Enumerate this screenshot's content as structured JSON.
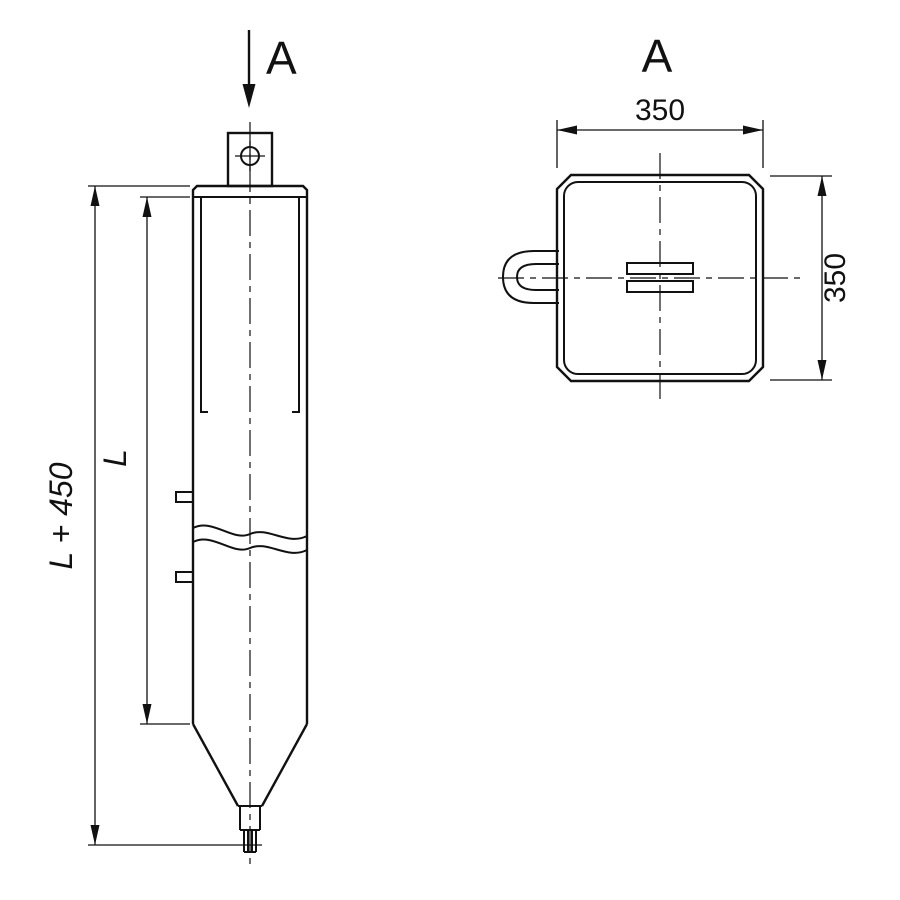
{
  "drawing": {
    "background": "#ffffff",
    "line_color": "#111111",
    "section_arrow_label": "A",
    "view_label": "A",
    "dims": {
      "total_length": "L + 450",
      "body_length": "L",
      "width": "350",
      "height": "350"
    }
  }
}
